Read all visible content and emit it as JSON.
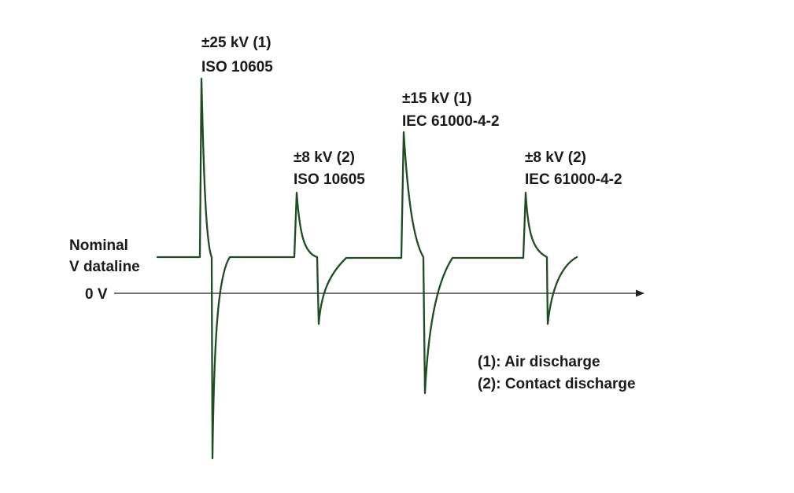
{
  "baseline_label": {
    "line1": "Nominal",
    "line2": "V dataline"
  },
  "zero_label": "0 V",
  "pulses": [
    {
      "level": "±25 kV (1)",
      "standard": "ISO 10605"
    },
    {
      "level": "±8 kV (2)",
      "standard": "ISO 10605"
    },
    {
      "level": "±15 kV (1)",
      "standard": "IEC 61000-4-2"
    },
    {
      "level": "±8 kV (2)",
      "standard": "IEC 61000-4-2"
    }
  ],
  "legend": {
    "air": "(1): Air discharge",
    "contact": "(2): Contact discharge"
  },
  "colors": {
    "waveform": "#1f4d22",
    "axis": "#222222",
    "text": "#1a1a1a"
  }
}
